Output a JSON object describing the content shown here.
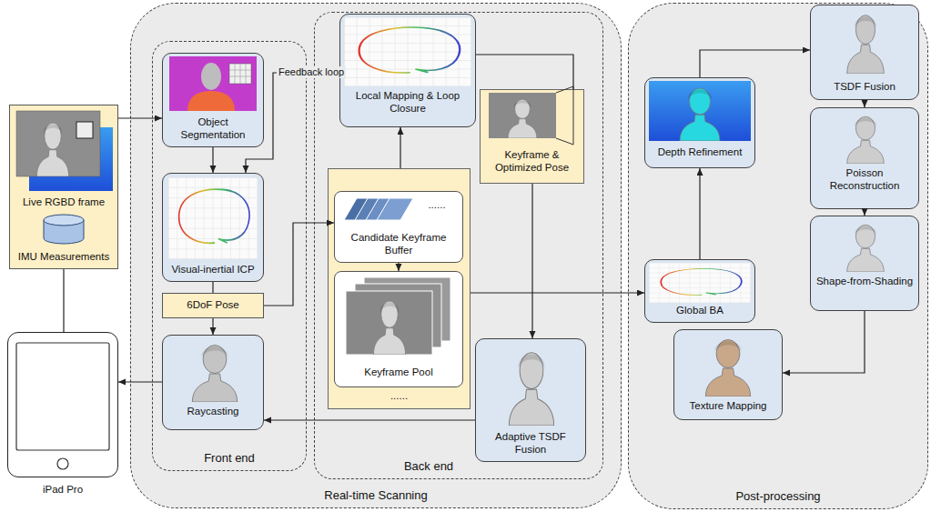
{
  "diagram": {
    "nodes": [
      {
        "text": [
          "Live RGBD frame",
          "IMU Measurements"
        ]
      },
      {
        "text": [
          "iPad Pro"
        ]
      },
      {
        "text": [
          "Real-time Scanning"
        ]
      },
      {
        "text": [
          "Front end"
        ],
        "in": 2
      },
      {
        "text": [
          "Object Segmentation"
        ],
        "in": 3
      },
      {
        "text": [
          "Visual-inertial ICP"
        ],
        "in": 3
      },
      {
        "text": [
          "6DoF Pose"
        ],
        "in": 3
      },
      {
        "text": [
          "Raycasting"
        ],
        "in": 3
      },
      {
        "text": [
          "Back end"
        ],
        "in": 2
      },
      {
        "text": [
          "Local Mapping & Loop Closure"
        ],
        "in": 8
      },
      {
        "text": [
          "Keyframe & Optimized Pose"
        ],
        "in": 8
      },
      {
        "text": [
          "......"
        ],
        "in": 8
      },
      {
        "text": [
          "......",
          "Candidate Keyframe Buffer"
        ],
        "in": 11
      },
      {
        "text": [
          "Keyframe Pool"
        ],
        "in": 11
      },
      {
        "text": [
          "Adaptive TSDF Fusion"
        ],
        "in": 8
      },
      {
        "text": [
          "Post-processing"
        ]
      },
      {
        "text": [
          "Global BA"
        ],
        "in": 15
      },
      {
        "text": [
          "Depth Refinement"
        ],
        "in": 15
      },
      {
        "text": [
          "TSDF Fusion"
        ],
        "in": 15
      },
      {
        "text": [
          "Poisson Reconstruction"
        ],
        "in": 15
      },
      {
        "text": [
          "Shape-from-Shading"
        ],
        "in": 15
      },
      {
        "text": [
          "Texture Mapping"
        ],
        "in": 15
      }
    ],
    "edges": [
      {
        "from": 0,
        "to": 4,
        "arrow": "to"
      },
      {
        "from": 0,
        "to": 1,
        "arrow": "none"
      },
      {
        "from": 7,
        "to": 1,
        "arrow": "to"
      },
      {
        "from": 4,
        "to": 5,
        "arrow": "to"
      },
      {
        "from": 9,
        "to": 5,
        "label": "Feedback loop",
        "arrow": "to"
      },
      {
        "from": 5,
        "to": 6,
        "arrow": "none"
      },
      {
        "from": 6,
        "to": 7,
        "arrow": "to"
      },
      {
        "from": 6,
        "to": 12,
        "arrow": "to"
      },
      {
        "from": 12,
        "to": 13,
        "arrow": "to"
      },
      {
        "from": 11,
        "to": 9,
        "arrow": "to"
      },
      {
        "from": 9,
        "to": 10,
        "arrow": "none"
      },
      {
        "from": 10,
        "to": 14,
        "arrow": "to"
      },
      {
        "from": 14,
        "to": 7,
        "arrow": "to"
      },
      {
        "from": 11,
        "to": 16,
        "arrow": "to"
      },
      {
        "from": 16,
        "to": 17,
        "arrow": "to"
      },
      {
        "from": 17,
        "to": 18,
        "arrow": "to"
      },
      {
        "from": 18,
        "to": 19,
        "arrow": "to"
      },
      {
        "from": 19,
        "to": 20,
        "arrow": "to"
      },
      {
        "from": 20,
        "to": 21,
        "arrow": "to"
      }
    ]
  }
}
